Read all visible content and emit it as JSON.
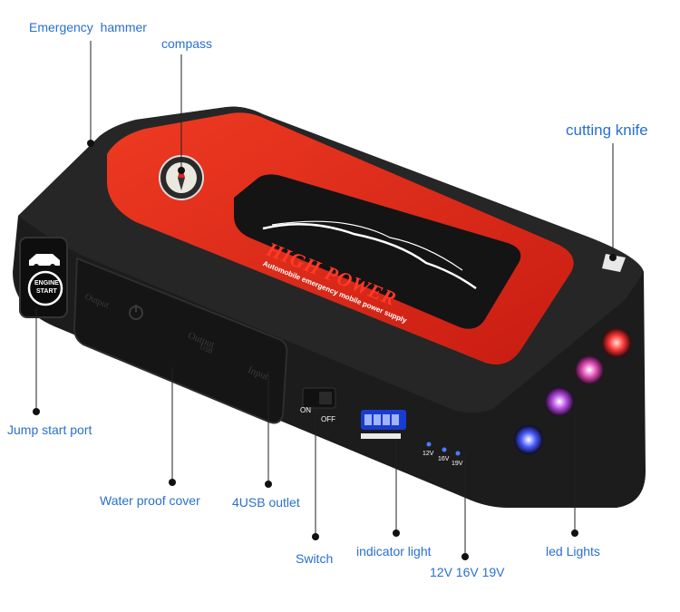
{
  "labels": {
    "emergency_hammer": "Emergency  hammer",
    "compass": "compass",
    "cutting_knife": "cutting knife",
    "jump_start_port": "Jump start port",
    "water_proof_cover": "Water proof cover",
    "usb_outlet": "4USB outlet",
    "switch": "Switch",
    "indicator_light": "indicator light",
    "voltages": "12V 16V 19V",
    "led_lights": "led Lights"
  },
  "device": {
    "brand": "HIGH POWER",
    "tagline": "Automobile emergency mobile power supply",
    "engine_start_line1": "ENGINE",
    "engine_start_line2": "START",
    "output_label": "Output",
    "output_usb_label": "Output",
    "usb_sub_label": "USB",
    "input_label": "Input",
    "on_label": "ON",
    "off_label": "OFF",
    "v12": "12V",
    "v16": "16V",
    "v19": "19V"
  },
  "colors": {
    "body": "#1c1c1c",
    "red_panel": "#e0261a",
    "label_blue": "#2a6fd0"
  }
}
